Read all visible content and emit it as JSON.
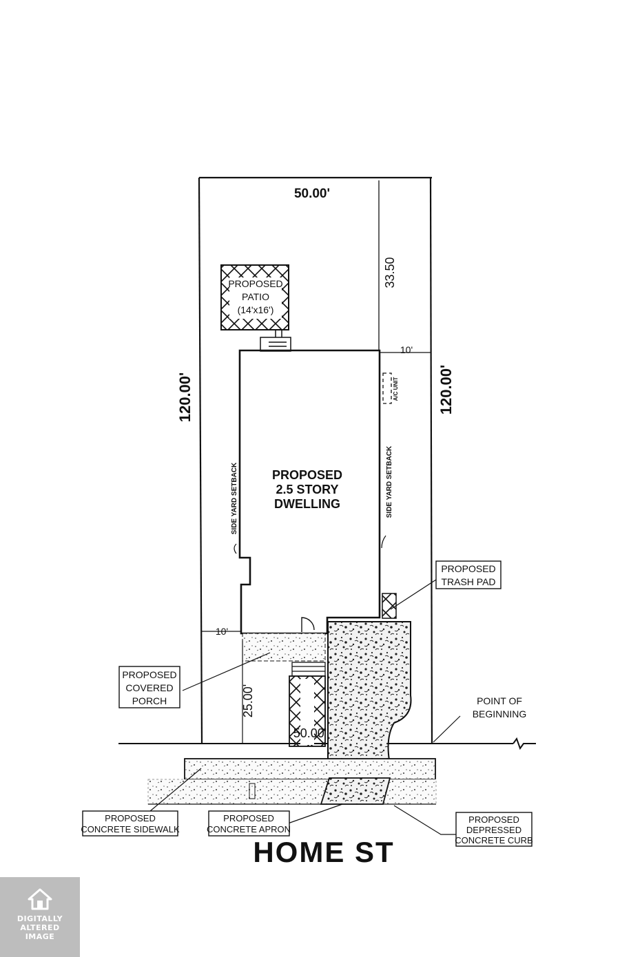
{
  "plan": {
    "dimensions": {
      "top_width": "50.00'",
      "left_depth": "120.00'",
      "right_depth": "120.00'",
      "rear_setback": "33.50",
      "rear_side": "10'",
      "front_side": "10'",
      "front_setback": "25.00'",
      "front_width": "50.00'"
    },
    "patio": {
      "line1": "PROPOSED",
      "line2": "PATIO",
      "line3": "(14'x16')"
    },
    "dwelling": {
      "line1": "PROPOSED",
      "line2": "2.5 STORY",
      "line3": "DWELLING"
    },
    "setback_left": "SIDE YARD SETBACK",
    "setback_right": "SIDE YARD SETBACK",
    "ac_unit": "A/C UNIT",
    "callouts": {
      "trash_pad": {
        "line1": "PROPOSED",
        "line2": "TRASH PAD"
      },
      "covered_porch": {
        "line1": "PROPOSED",
        "line2": "COVERED",
        "line3": "PORCH"
      },
      "point_of_beginning": {
        "line1": "POINT OF",
        "line2": "BEGINNING"
      },
      "sidewalk": {
        "line1": "PROPOSED",
        "line2": "CONCRETE SIDEWALK"
      },
      "apron": {
        "line1": "PROPOSED",
        "line2": "CONCRETE APRON"
      },
      "curb": {
        "line1": "PROPOSED",
        "line2": "DEPRESSED",
        "line3": "CONCRETE CURB"
      }
    },
    "street_name": "HOME ST"
  },
  "badge": {
    "line1": "DIGITALLY",
    "line2": "ALTERED",
    "line3": "IMAGE"
  }
}
